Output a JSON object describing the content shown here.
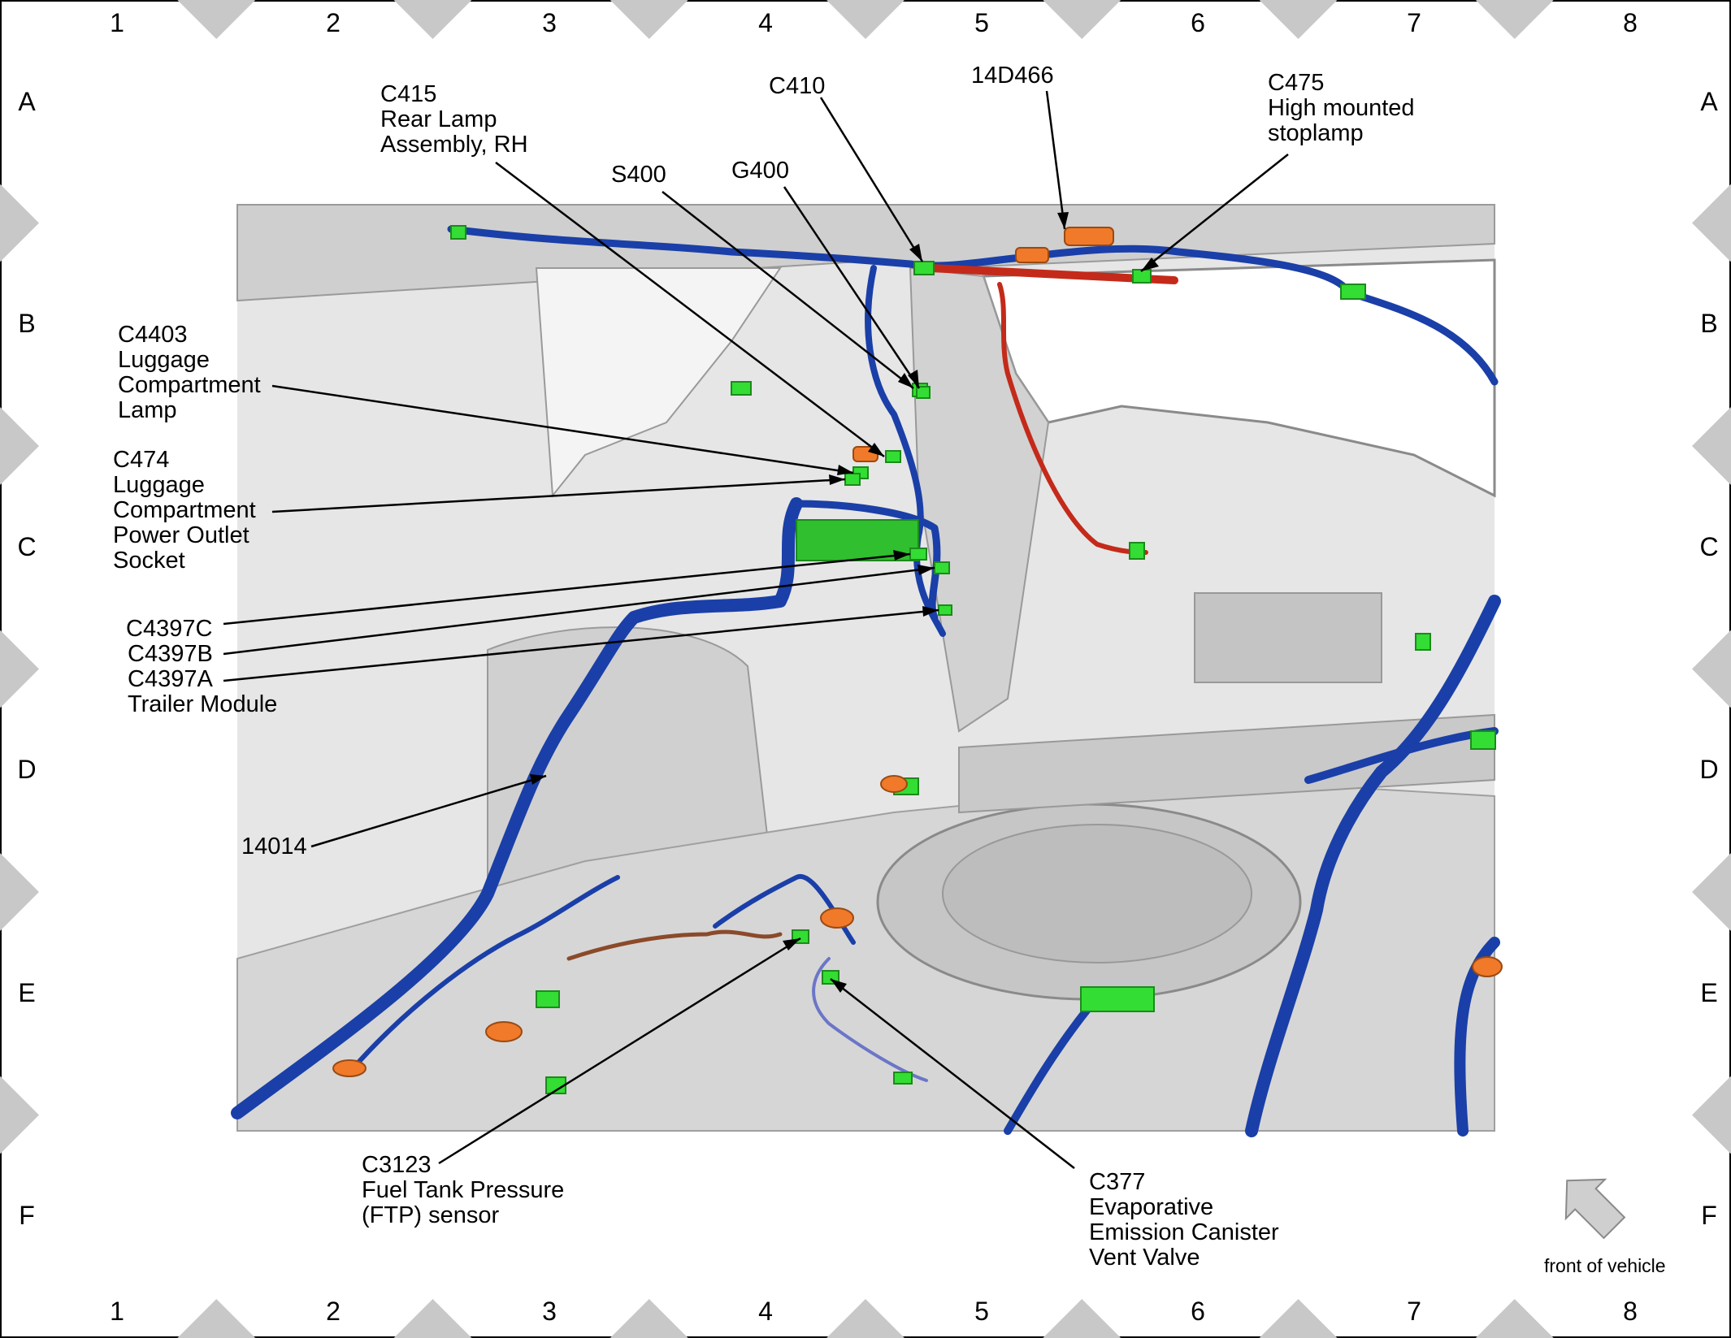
{
  "grid": {
    "columns": [
      "1",
      "2",
      "3",
      "4",
      "5",
      "6",
      "7",
      "8"
    ],
    "rows": [
      "A",
      "B",
      "C",
      "D",
      "E",
      "F"
    ]
  },
  "callouts": {
    "c415": [
      "C415",
      "Rear Lamp",
      "Assembly, RH"
    ],
    "c410": [
      "C410"
    ],
    "d14d466": [
      "14D466"
    ],
    "c475": [
      "C475",
      "High mounted",
      "stoplamp"
    ],
    "s400": [
      "S400"
    ],
    "g400": [
      "G400"
    ],
    "c4403": [
      "C4403",
      "Luggage",
      "Compartment",
      "Lamp"
    ],
    "c474": [
      "C474",
      "Luggage",
      "Compartment",
      "Power Outlet",
      "Socket"
    ],
    "c4397c": [
      "C4397C"
    ],
    "c4397b": [
      "C4397B"
    ],
    "c4397a": [
      "C4397A",
      "Trailer Module"
    ],
    "h14014": [
      "14014"
    ],
    "c3123": [
      "C3123",
      "Fuel Tank Pressure",
      "(FTP) sensor"
    ],
    "c377": [
      "C377",
      "Evaporative",
      "Emission Canister",
      "Vent Valve"
    ]
  },
  "orientation": {
    "label": "front of vehicle",
    "icon": "front-arrow-icon"
  },
  "colors": {
    "harness": "#1a3fa8",
    "harness_highlight": "#3b6ee0",
    "red_harness": "#c42a1a",
    "connector": "#33dd33",
    "grommet": "#f07a2a",
    "body": "#d8d8d8",
    "frame_gray": "#c8c8c8"
  }
}
